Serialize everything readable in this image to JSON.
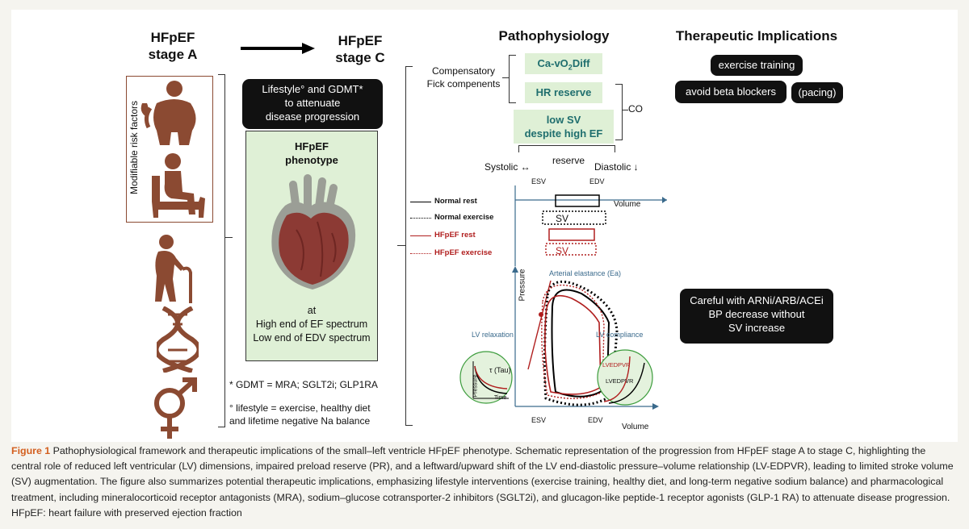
{
  "stage_a": {
    "line1": "HFpEF",
    "line2": "stage A"
  },
  "stage_c": {
    "line1": "HFpEF",
    "line2": "stage C"
  },
  "headers": {
    "pathophysiology": "Pathophysiology",
    "therapeutic": "Therapeutic Implications"
  },
  "risk_factors_label": "Modifiable risk factors",
  "lifestyle_box": {
    "line1": "Lifestyle° and GDMT*",
    "line2": "to attenuate",
    "line3": "disease progression"
  },
  "phenotype_box": {
    "title1": "HFpEF",
    "title2": "phenotype",
    "at": "at",
    "line1": "High end of EF spectrum",
    "line2": "Low end of EDV spectrum"
  },
  "footnotes": {
    "gdmt": "* GDMT =  MRA; SGLT2i; GLP1RA",
    "lifestyle1": "° lifestyle = exercise, healthy diet",
    "lifestyle2": "and lifetime negative Na balance"
  },
  "patho": {
    "compensatory1": "Compensatory",
    "compensatory2": "Fick compenents",
    "cav_prefix": "Ca-vO",
    "cav_sub": "2",
    "cav_suffix": "Diff",
    "hr_reserve": "HR reserve",
    "low_sv1": "low SV",
    "low_sv2": "despite high EF",
    "co": "CO",
    "reserve": "reserve",
    "systolic": "Systolic ↔",
    "diastolic": "Diastolic ↓"
  },
  "therapy": {
    "exercise": "exercise training",
    "beta": "avoid beta blockers",
    "pacing": "(pacing)",
    "careful1": "Careful with ARNi/ARB/ACEi",
    "careful2": "BP decrease without",
    "careful3": "SV increase"
  },
  "legend": {
    "normal_rest": "Normal rest",
    "normal_exercise": "Normal exercise",
    "hfpef_rest": "HFpEF rest",
    "hfpef_exercise": "HFpEF exercise"
  },
  "volume_chart": {
    "esv": "ESV",
    "edv": "EDV",
    "volume": "Volume",
    "sv": "SV"
  },
  "pv_loop": {
    "pressure": "Pressure",
    "arterial": "Arterial elastance (Ea)",
    "lv_relaxation": "LV relaxation",
    "lv_compliance": "LV compliance",
    "tau": "τ (Tau)",
    "time": "Time",
    "inset_pressure": "Pressure",
    "lvedpvr_hf": "LVEDPVR",
    "lvedpvr_normal": "LVEDPVR",
    "esv": "ESV",
    "edv": "EDV",
    "volume": "Volume"
  },
  "caption": {
    "label": "Figure 1",
    "text": "  Pathophysiological framework and therapeutic implications of the small–left ventricle HFpEF phenotype. Schematic representation of the progression from HFpEF stage A to stage C, highlighting the central role of reduced left ventricular (LV) dimensions, impaired preload reserve (PR), and a leftward/upward shift of the LV end-diastolic pressure–volume relationship (LV-EDPVR), leading to limited stroke volume (SV) augmentation. The figure also summarizes potential therapeutic implications, emphasizing lifestyle interventions (exercise training, healthy diet, and long-term negative sodium balance) and pharmacological treatment, including mineralocorticoid receptor antagonists (MRA), sodium–glucose cotransporter-2 inhibitors (SGLT2i), and glucagon-like peptide-1 receptor agonists (GLP-1 RA) to attenuate disease progression. HFpEF: heart failure with preserved ejection fraction"
  },
  "colors": {
    "brown": "#8b4a32",
    "green_box": "#dff0d6",
    "teal_text": "#1f6e6e",
    "red": "#b01e1e",
    "caption_label": "#d35f1f"
  }
}
